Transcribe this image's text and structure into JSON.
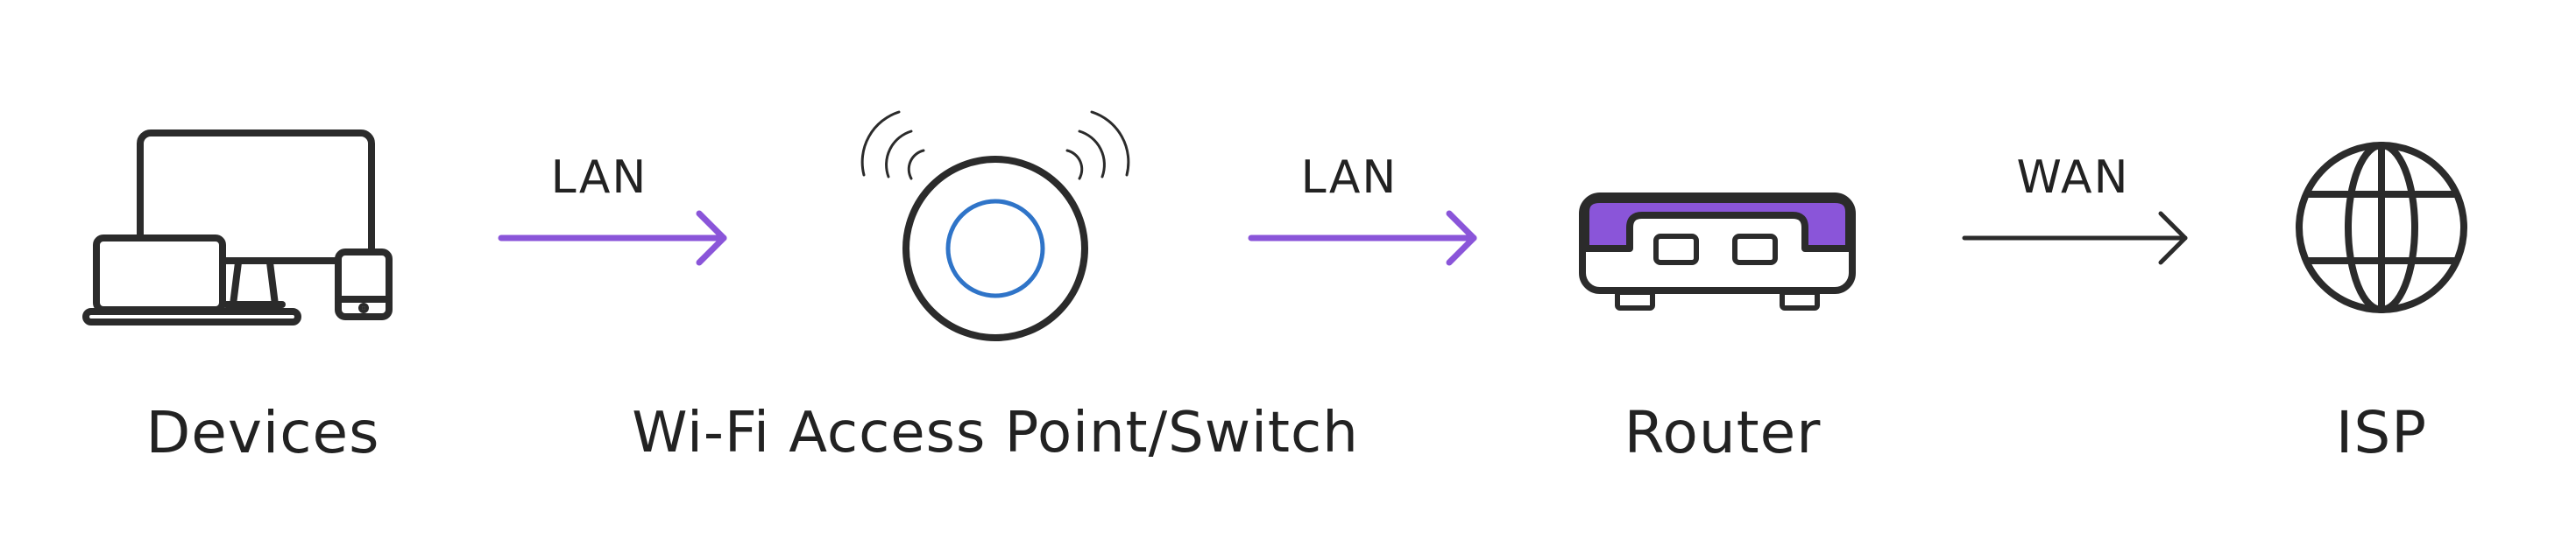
{
  "diagram": {
    "nodes": [
      {
        "id": "devices",
        "label": "Devices",
        "icon": "devices-icon"
      },
      {
        "id": "access-point",
        "label": "Wi-Fi Access Point/Switch",
        "icon": "wifi-access-point-icon"
      },
      {
        "id": "router",
        "label": "Router",
        "icon": "router-icon"
      },
      {
        "id": "isp",
        "label": "ISP",
        "icon": "globe-icon"
      }
    ],
    "links": [
      {
        "from": "devices",
        "to": "access-point",
        "label": "LAN",
        "color": "#8a55d9"
      },
      {
        "from": "access-point",
        "to": "router",
        "label": "LAN",
        "color": "#8a55d9"
      },
      {
        "from": "router",
        "to": "isp",
        "label": "WAN",
        "color": "#2b2b2b"
      }
    ]
  },
  "colors": {
    "stroke": "#2b2b2b",
    "accent": "#8a55d9",
    "ap_ring": "#2f74c8"
  }
}
